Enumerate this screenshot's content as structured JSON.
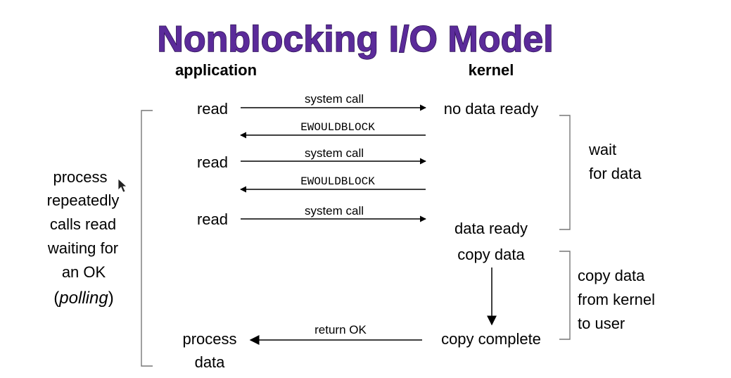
{
  "title": "Nonblocking I/O Model",
  "headers": {
    "application": "application",
    "kernel": "kernel"
  },
  "app_labels": {
    "read": "read",
    "process": "process",
    "data": "data"
  },
  "kernel_labels": {
    "no_data_ready": "no data ready",
    "data_ready": "data ready",
    "copy_data": "copy data",
    "copy_complete": "copy complete"
  },
  "arrow_labels": {
    "system_call": "system call",
    "ewouldblock": "EWOULDBLOCK",
    "return_ok": "return OK"
  },
  "left_note": {
    "line1": "process",
    "line2": "repeatedly",
    "line3": "calls read",
    "line4": "waiting for",
    "line5": "an OK",
    "line6_open": "(",
    "line6_italic": "polling",
    "line6_close": ")"
  },
  "wait_note": {
    "line1": "wait",
    "line2": "for data"
  },
  "copy_note": {
    "line1": "copy data",
    "line2": "from kernel",
    "line3": "to user"
  }
}
